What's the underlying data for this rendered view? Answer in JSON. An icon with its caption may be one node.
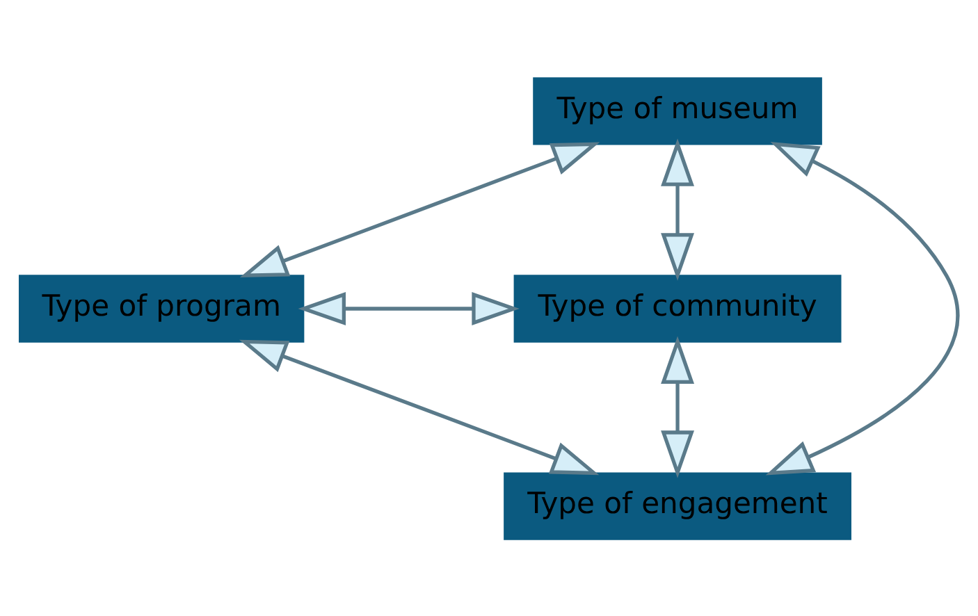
{
  "diagram": {
    "nodes": [
      {
        "text": [
          "Type of museum"
        ]
      },
      {
        "text": [
          "Type of program"
        ]
      },
      {
        "text": [
          "Type of community"
        ]
      },
      {
        "text": [
          "Type of engagement"
        ]
      }
    ],
    "edges": [
      {
        "from": 0,
        "to": 1,
        "arrow": "both"
      },
      {
        "from": 0,
        "to": 2,
        "arrow": "both"
      },
      {
        "from": 1,
        "to": 3,
        "arrow": "both"
      },
      {
        "from": 2,
        "to": 3,
        "arrow": "both"
      },
      {
        "from": 0,
        "to": 3,
        "arrow": "both"
      },
      {
        "from": 1,
        "to": 2,
        "arrow": "both"
      }
    ]
  }
}
